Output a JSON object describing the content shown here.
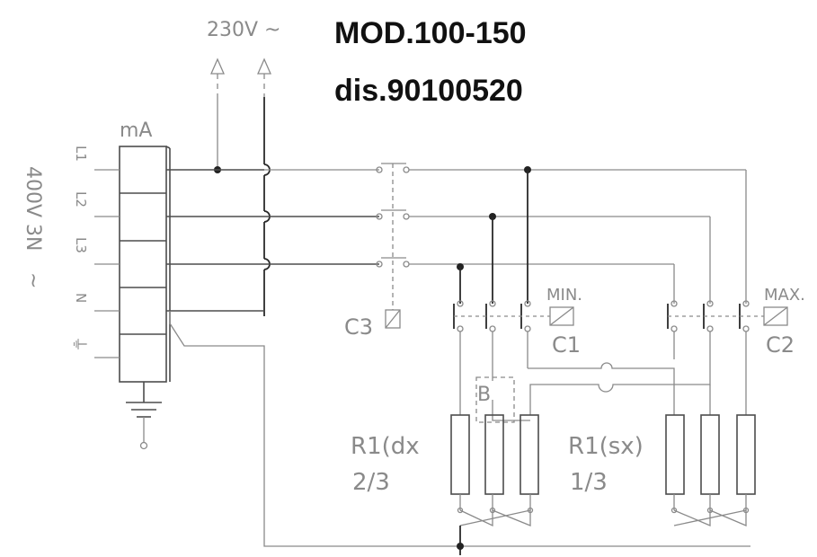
{
  "header": {
    "model": "MOD.100-150",
    "drawing": "dis.90100520"
  },
  "supply": {
    "single_phase": "230V ~",
    "three_phase_line1": "400V 3N",
    "three_phase_line2": "~"
  },
  "terminal_block": {
    "label": "mA",
    "terminals": [
      "L1",
      "L2",
      "L3",
      "N",
      "⏚"
    ]
  },
  "contactors": {
    "c3": "C3",
    "c1": "C1",
    "c2": "C2",
    "min": "MIN.",
    "max": "MAX."
  },
  "bridge": {
    "label": "B"
  },
  "resistor_groups": {
    "right_line1": "R1(dx",
    "right_line2": "2/3",
    "left_line1": "R1(sx)",
    "left_line2": "1/3"
  },
  "colors": {
    "wire_light": "#8a8a8a",
    "wire_dark": "#2a2a2a",
    "text_gray": "#8a8a8a",
    "text_dark": "#111111"
  }
}
